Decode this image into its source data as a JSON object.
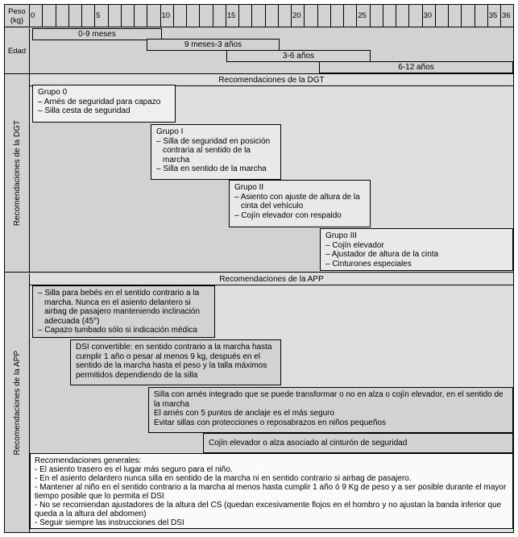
{
  "peso_row": {
    "label_line1": "Peso",
    "label_line2": "(kg)",
    "cells": [
      "0",
      "",
      "",
      "",
      "",
      "5",
      "",
      "",
      "",
      "",
      "10",
      "",
      "",
      "",
      "",
      "15",
      "",
      "",
      "",
      "",
      "20",
      "",
      "",
      "",
      "",
      "25",
      "",
      "",
      "",
      "",
      "30",
      "",
      "",
      "",
      "",
      "35",
      "36"
    ]
  },
  "edad_row": {
    "label": "Edad",
    "bars": [
      {
        "label": "0-9 meses"
      },
      {
        "label": "9 meses-3 años"
      },
      {
        "label": "3-6 años"
      },
      {
        "label": "6-12 años"
      }
    ]
  },
  "dgt": {
    "sidebar_label": "Recomendaciones de la DGT",
    "header": "Recomendaciones de la DGT",
    "groups": [
      {
        "title": "Grupo 0",
        "items": [
          "– Arnés de seguridad para capazo",
          "– Silla cesta de seguridad"
        ]
      },
      {
        "title": "Grupo I",
        "items": [
          "– Silla de seguridad en posición contraria al sentido de la marcha",
          "– Silla en sentido de la marcha"
        ]
      },
      {
        "title": "Grupo II",
        "items": [
          "– Asiento con ajuste de altura de la cinta del vehículo",
          "– Cojín elevador con respaldo"
        ]
      },
      {
        "title": "Grupo III",
        "items": [
          "– Cojín elevador",
          "– Ajustador de altura de la cinta",
          "– Cinturones especiales"
        ]
      }
    ]
  },
  "app": {
    "sidebar_label": "Recomendaciones de la APP",
    "header": "Recomendaciones de la APP",
    "boxes": [
      {
        "items": [
          "– Silla para bebés en el sentido contrario a la marcha. Nunca en el asiento delantero si airbag de pasajero manteniendo inclinación adecuada (45°)",
          "– Capazo tumbado sólo si indicación médica"
        ]
      },
      {
        "items": [
          "DSI convertible: en sentido contrario a la marcha hasta cumplir 1 año o pesar al menos 9 kg, después en el sentido de la marcha hasta el peso y la talla máximos permitidos dependiendo de la silla"
        ]
      },
      {
        "items": [
          "Silla con arnés integrado que se puede transformar o no en alza o cojín elevador, en el sentido de la marcha",
          "El arnés con 5 puntos de anclaje es el más seguro",
          "Evitar sillas con protecciones o reposabrazos en niños pequeños"
        ]
      },
      {
        "items": [
          "Cojín elevador o alza asociado al cinturón de seguridad"
        ]
      }
    ]
  },
  "general": {
    "title": "Recomendaciones generales:",
    "items": [
      "- El asiento trasero es el lugar más seguro para el niño.",
      "- En el asiento delantero nunca silla en sentido de la marcha ni en sentido contrario si airbag de pasajero.",
      "- Mantener al niño en el sentido contrario a la marcha al menos hasta cumplir 1 año ó 9 Kg de peso y a ser posible durante el mayor tiempo posible que lo permita el DSI",
      "- No se recomiendan ajustadores de la altura del CS (quedan excesivamente flojos en el hombro y no ajustan la banda inferior que queda a la altura del abdomen)",
      "- Seguir siempre las instrucciones del DSI"
    ]
  },
  "colors": {
    "table_bg": "#d2d2d2",
    "light_area_bg": "#dfdfdf",
    "dgt_box_bg": "#e9e9e9",
    "app_box_bg": "#d2d2d2",
    "generals_bg": "#fafafa",
    "border": "#000000"
  }
}
